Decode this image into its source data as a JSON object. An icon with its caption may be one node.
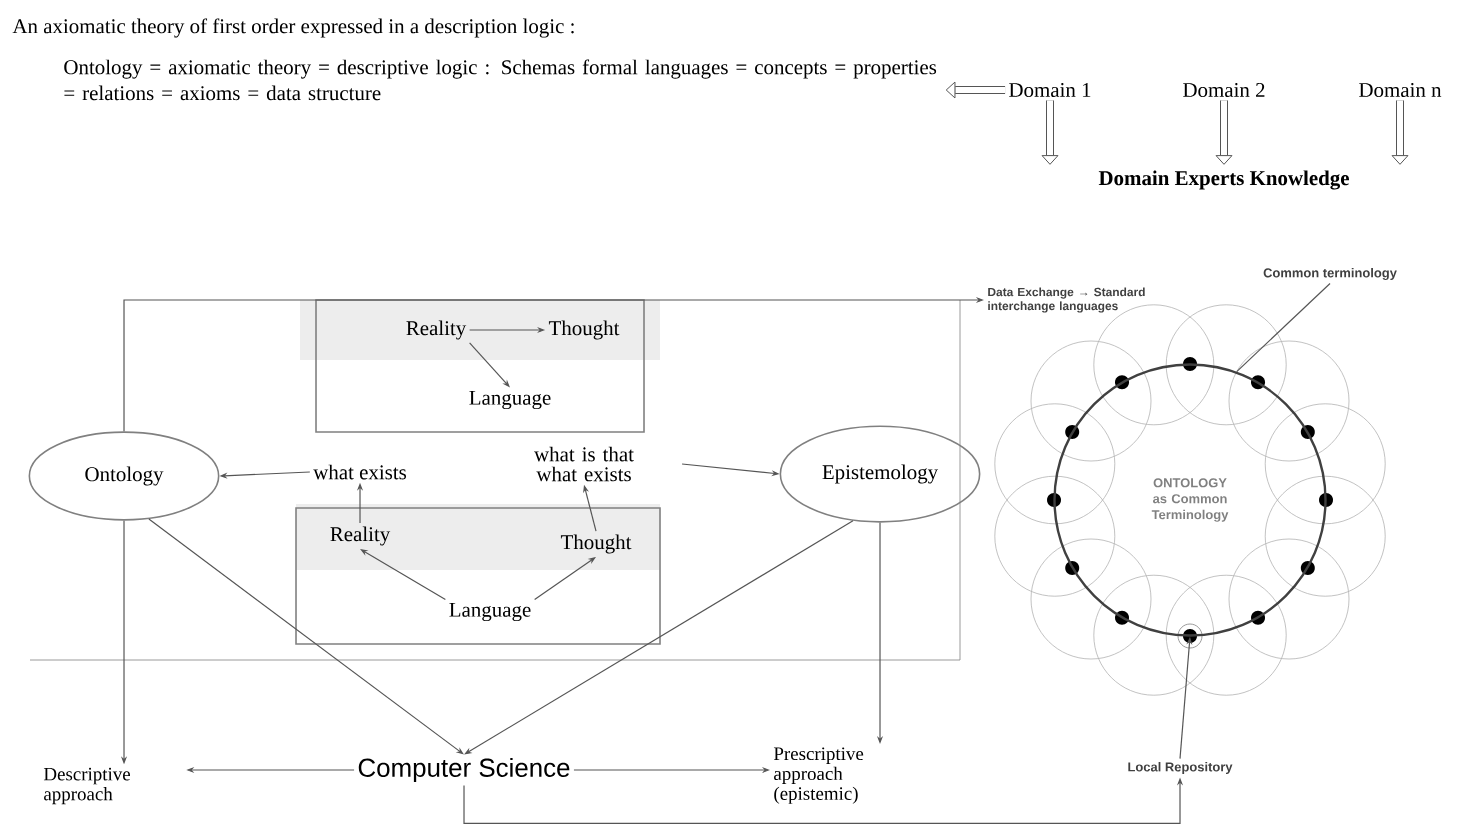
{
  "diagram": {
    "title": "An axiomatic theory of first order expressed in a description logic :",
    "nodes": [
      {
        "text": [
          "Ontology = axiomatic theory = descriptive logic : Schemas formal languages = concepts = properties = relations = axioms = data structure"
        ]
      },
      {
        "text": [
          "Domain 1"
        ]
      },
      {
        "text": [
          "Domain 2"
        ]
      },
      {
        "text": [
          "Domain n"
        ]
      },
      {
        "text": [
          "Domain Experts Knowledge"
        ]
      },
      {
        "text": [
          "Reality"
        ]
      },
      {
        "text": [
          "Thought"
        ]
      },
      {
        "text": [
          "Language"
        ]
      },
      {
        "text": [
          "Ontology"
        ]
      },
      {
        "text": [
          "what exists"
        ]
      },
      {
        "text": [
          "what is that what exists"
        ]
      },
      {
        "text": [
          "Epistemology"
        ]
      },
      {
        "text": [
          "Reality"
        ]
      },
      {
        "text": [
          "Thought"
        ]
      },
      {
        "text": [
          "Language"
        ]
      },
      {
        "text": [
          "Descriptive approach"
        ]
      },
      {
        "text": [
          "Computer Science"
        ]
      },
      {
        "text": [
          "Prescriptive approach (epistemic)"
        ]
      },
      {
        "text": [
          "Local Repository"
        ]
      },
      {
        "text": [
          "ONTOLOGY as Common Terminology"
        ]
      },
      {
        "text": [
          "Data Exchange → Standard interchange languages"
        ]
      },
      {
        "text": [
          "Common terminology"
        ]
      }
    ],
    "edges": [
      {
        "from": 1,
        "to": 0,
        "arrow": "to",
        "style": "thick"
      },
      {
        "from": 1,
        "to": 4,
        "arrow": "to",
        "style": "thick"
      },
      {
        "from": 2,
        "to": 4,
        "arrow": "to",
        "style": "thick"
      },
      {
        "from": 3,
        "to": 4,
        "arrow": "to",
        "style": "thick"
      },
      {
        "from": 5,
        "to": 6,
        "arrow": "to"
      },
      {
        "from": 5,
        "to": 7,
        "arrow": "to"
      },
      {
        "from": 9,
        "to": 8,
        "arrow": "to"
      },
      {
        "from": 10,
        "to": 11,
        "arrow": "to"
      },
      {
        "from": 14,
        "to": 12,
        "arrow": "to"
      },
      {
        "from": 14,
        "to": 13,
        "arrow": "to"
      },
      {
        "from": 12,
        "to": 9,
        "arrow": "to"
      },
      {
        "from": 13,
        "to": 10,
        "arrow": "to"
      },
      {
        "from": 8,
        "to": 20,
        "arrow": "to"
      },
      {
        "from": 8,
        "to": 15,
        "arrow": "to"
      },
      {
        "from": 8,
        "to": 16,
        "arrow": "to"
      },
      {
        "from": 11,
        "to": 16,
        "arrow": "to"
      },
      {
        "from": 11,
        "to": 17,
        "arrow": "to"
      },
      {
        "from": 16,
        "to": 15,
        "arrow": "to"
      },
      {
        "from": 16,
        "to": 17,
        "arrow": "to"
      },
      {
        "from": 16,
        "to": 18,
        "arrow": "to"
      },
      {
        "from": 18,
        "to": 19,
        "arrow": "to"
      },
      {
        "from": 21,
        "to": 19,
        "arrow": "none"
      }
    ]
  }
}
